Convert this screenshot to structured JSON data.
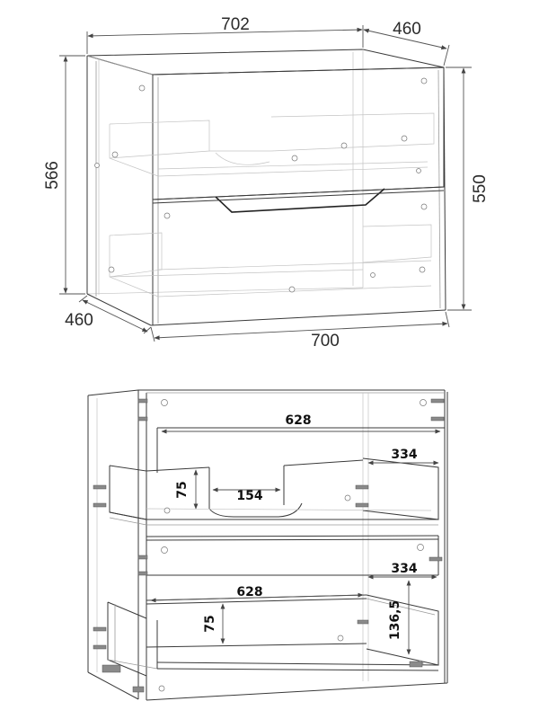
{
  "top_view": {
    "dims": {
      "width_top": "702",
      "depth_top": "460",
      "height_left": "566",
      "height_right": "550",
      "depth_bottom": "460",
      "width_bottom": "700"
    }
  },
  "bottom_view": {
    "dims": {
      "upper_drawer_width": "628",
      "upper_side_depth": "334",
      "upper_drawer_height": "75",
      "cutout_width": "154",
      "lower_side_depth": "334",
      "lower_drawer_width": "628",
      "lower_drawer_height": "75",
      "lower_side_height": "136,5"
    }
  }
}
